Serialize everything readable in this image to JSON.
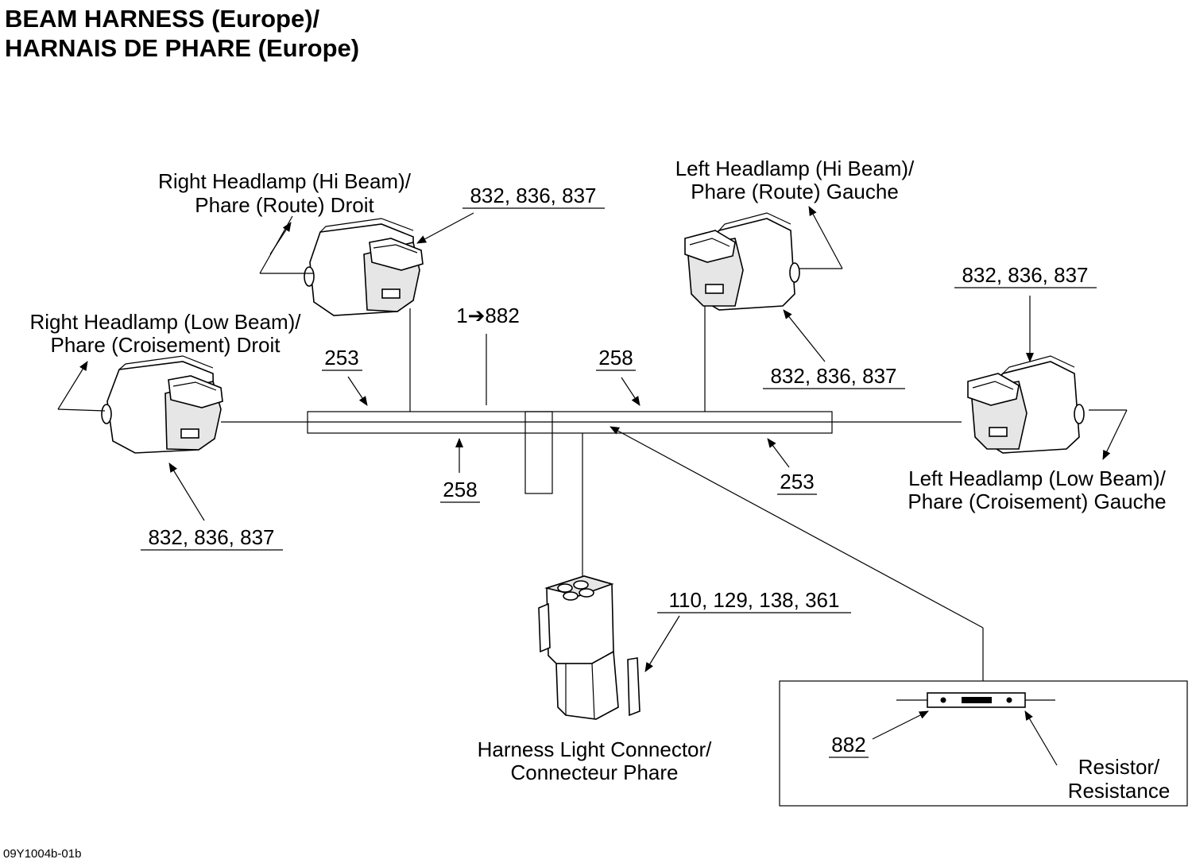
{
  "title": {
    "line1": "BEAM HARNESS (Europe)/",
    "line2": "HARNAIS DE PHARE (Europe)"
  },
  "figure_code": "09Y1004b-01b",
  "labels": {
    "right_hi": [
      "Right Headlamp (Hi Beam)/",
      "Phare (Route) Droit"
    ],
    "right_low": [
      "Right Headlamp (Low Beam)/",
      "Phare (Croisement) Droit"
    ],
    "left_hi": [
      "Left Headlamp (Hi Beam)/",
      "Phare (Route) Gauche"
    ],
    "left_low": [
      "Left Headlamp (Low Beam)/",
      "Phare (Croisement) Gauche"
    ],
    "connector": [
      "Harness Light Connector/",
      "Connecteur Phare"
    ],
    "resistor": [
      "Resistor/",
      "Resistance"
    ]
  },
  "refs": {
    "right_hi_pins": "832, 836, 837",
    "right_low_pins": "832, 836, 837",
    "left_hi_pins": "832, 836, 837",
    "left_low_pins": "832, 836, 837",
    "tube_253_left": "253",
    "tube_253_right": "253",
    "tube_258_top": "258",
    "tube_258_bottom": "258",
    "resistor_callout": "1➔882",
    "resistor_ref": "882",
    "connector_pins": "110, 129, 138, 361"
  }
}
